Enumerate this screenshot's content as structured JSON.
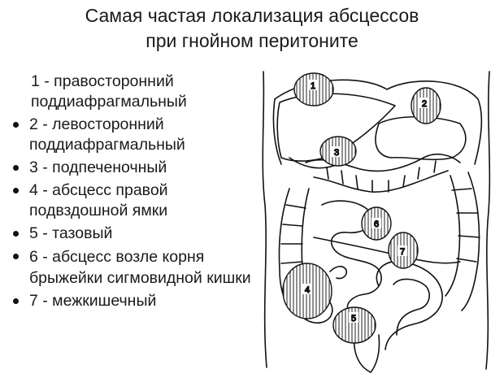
{
  "title": {
    "line1": "Самая частая локализация абсцессов",
    "line2": "при гнойном перитоните"
  },
  "legend": [
    {
      "text": "1 - правосторонний поддиафрагмальный",
      "bullet": false
    },
    {
      "text": "2 - левосторонний поддиафрагмальный",
      "bullet": true
    },
    {
      "text": "3 - подпеченочный",
      "bullet": true
    },
    {
      "text": "4 - абсцесс правой подвздошной ямки",
      "bullet": true
    },
    {
      "text": "5 - тазовый",
      "bullet": true
    },
    {
      "text": "6 - абсцесс возле корня брыжейки сигмовидной кишки",
      "bullet": true
    },
    {
      "text": "7 - межкишечный",
      "bullet": true
    }
  ],
  "figure": {
    "abscess_labels": [
      "1",
      "2",
      "3",
      "4",
      "5",
      "6",
      "7"
    ],
    "line_color": "#111111",
    "hatch_color": "#222222"
  }
}
